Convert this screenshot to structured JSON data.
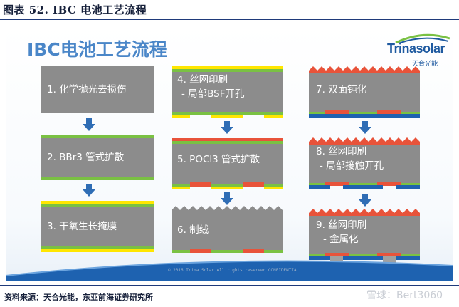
{
  "figure_title": "图表 52. IBC 电池工艺流程",
  "slide": {
    "title": "IBC电池工艺流程",
    "logo_text": "Trinasolar",
    "logo_subtext": "天合光能",
    "copyright": "© 2016 Trina Solar  All rights reserved  CONFIDENTIAL"
  },
  "steps": [
    {
      "line1": "1. 化学抛光去损伤",
      "line2": ""
    },
    {
      "line1": "2. BBr3 管式扩散",
      "line2": ""
    },
    {
      "line1": "3. 干氧生长掩膜",
      "line2": ""
    },
    {
      "line1": "4. 丝网印刷",
      "line2": "- 局部BSF开孔"
    },
    {
      "line1": "5. POCl3 管式扩散",
      "line2": ""
    },
    {
      "line1": "6. 制绒",
      "line2": ""
    },
    {
      "line1": "7. 双面钝化",
      "line2": ""
    },
    {
      "line1": "8. 丝网印刷",
      "line2": "- 局部接触开孔"
    },
    {
      "line1": "9. 丝网印刷",
      "line2": "- 金属化"
    }
  ],
  "source": "资料来源：天合光能，东亚前海证券研究所",
  "watermark": "雪球：Bert3060",
  "colors": {
    "wafer": "#8c8c8c",
    "boron_layer": "#7ac143",
    "mask_layer": "#ffe600",
    "phosphorus_layer": "#e8533a",
    "passivation": "#1e62b0",
    "arrow": "#2f6db5",
    "title_blue": "#4a86c8"
  }
}
